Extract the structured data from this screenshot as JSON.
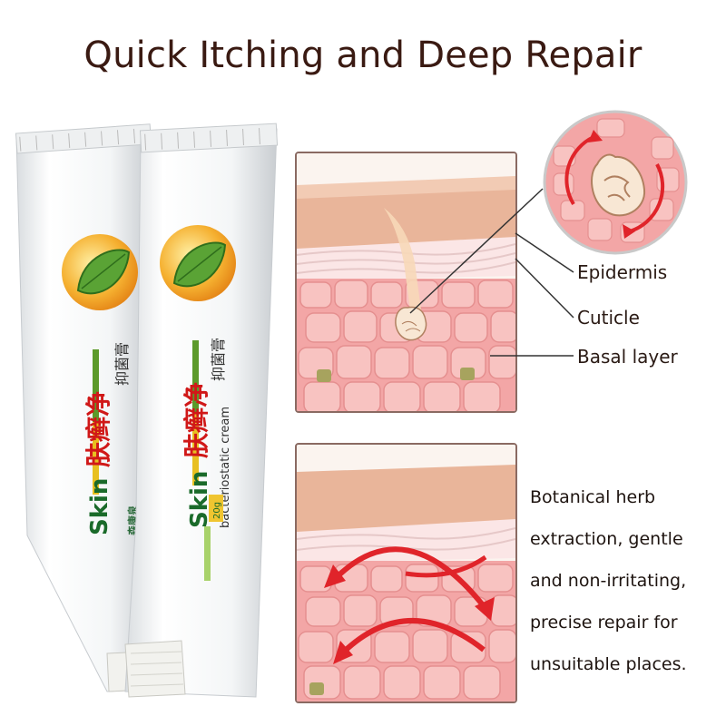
{
  "title": "Quick Itching and Deep Repair",
  "product": {
    "name_cn": "肤癣净",
    "subtitle_cn": "抑菌膏",
    "brand_en": "Skin",
    "desc_en": "bacteriostatic cream",
    "weight": "20g",
    "maker_cn": "森康泉"
  },
  "diagram": {
    "labels": [
      "Epidermis",
      "Cuticle",
      "Basal layer"
    ]
  },
  "description": {
    "lines": [
      "Botanical herb",
      "extraction, gentle",
      "and non-irritating,",
      "precise repair for",
      "unsuitable places."
    ]
  },
  "colors": {
    "title": "#3a1a12",
    "panel_border": "#8a6a62",
    "arrow_red": "#e0242a",
    "cell_fill": "#f7b7b5",
    "skin_top": "#e9b59a"
  }
}
